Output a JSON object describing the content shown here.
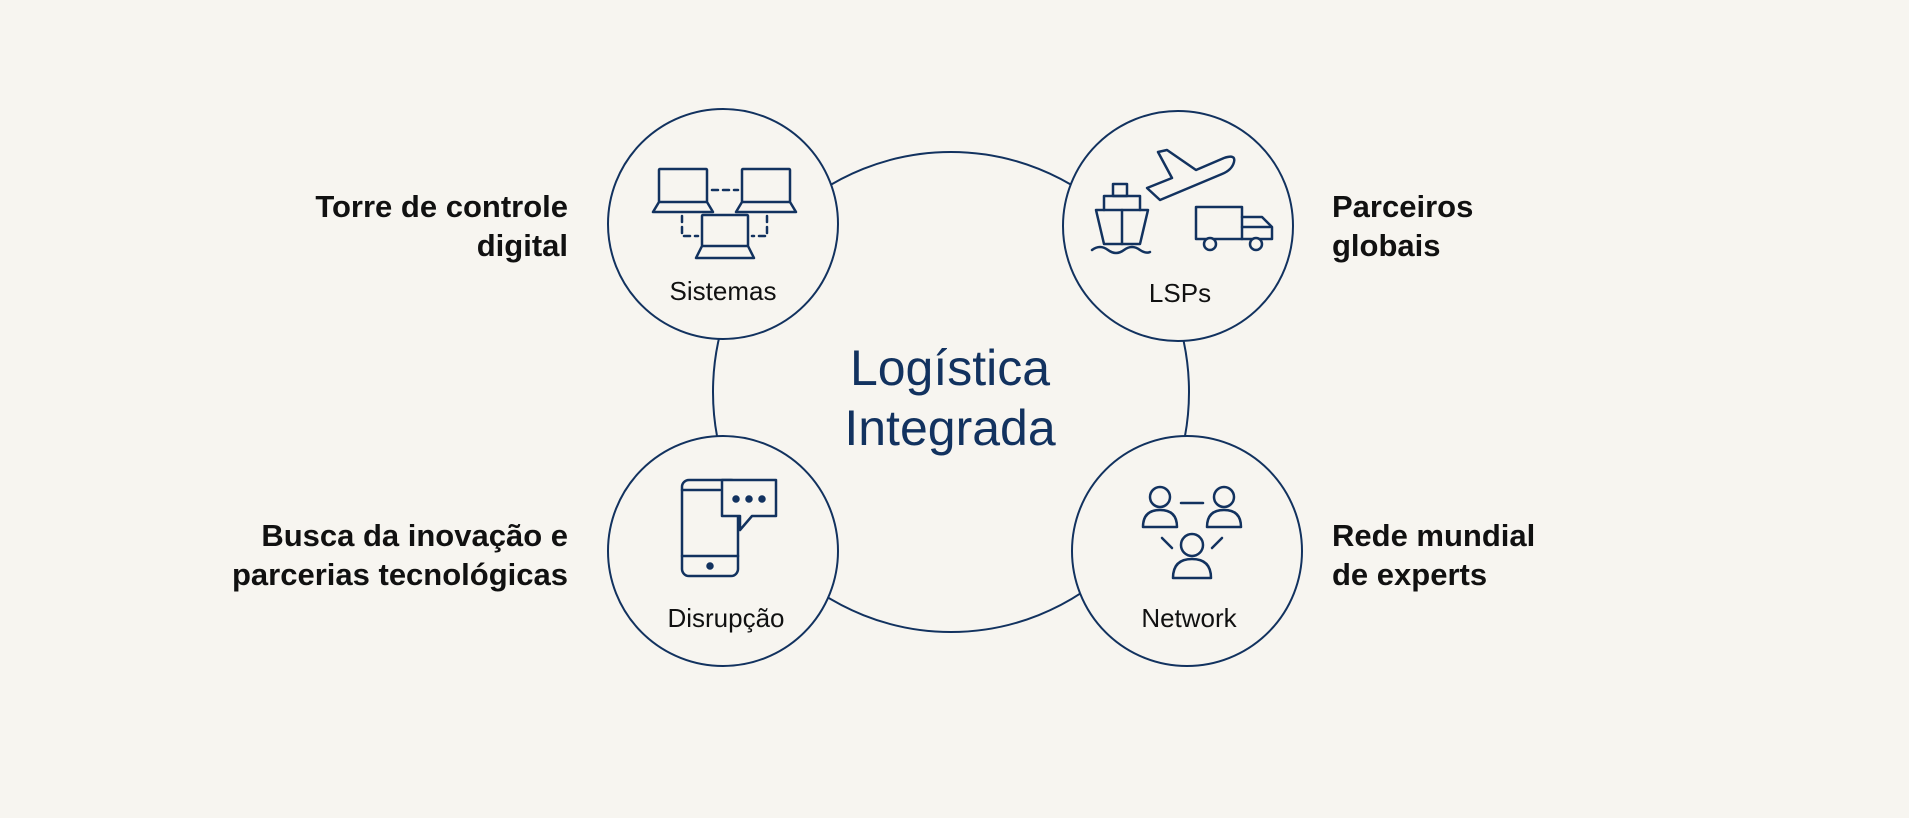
{
  "center": {
    "line1": "Logística",
    "line2": "Integrada"
  },
  "nodes": {
    "sistemas": {
      "label": "Sistemas",
      "icon": "connected-laptops-icon"
    },
    "lsps": {
      "label": "LSPs",
      "icon": "ship-plane-truck-icon"
    },
    "disrupcao": {
      "label": "Disrupção",
      "icon": "mobile-chat-icon"
    },
    "network": {
      "label": "Network",
      "icon": "people-network-icon"
    }
  },
  "side_labels": {
    "top_left": [
      "Torre de controle",
      "digital"
    ],
    "top_right": [
      "Parceiros",
      "globais"
    ],
    "bottom_left": [
      "Busca da inovação e",
      "parcerias tecnológicas"
    ],
    "bottom_right": [
      "Rede mundial",
      "de experts"
    ]
  },
  "colors": {
    "background": "#f7f5f0",
    "accent": "#12325f",
    "text": "#111111"
  }
}
